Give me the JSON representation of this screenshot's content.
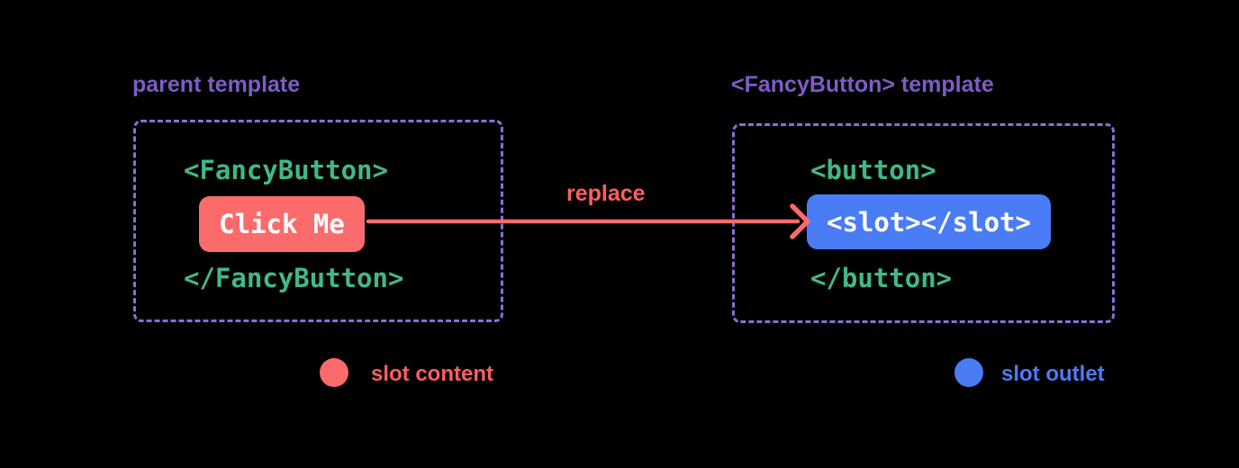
{
  "diagram": {
    "description": "Vue slots concept diagram",
    "background": "#000000"
  },
  "colors": {
    "title_purple": "#7d5cc6",
    "border_purple": "#8a6fd6",
    "code_green": "#42b883",
    "slot_content_red": "#fb6b6b",
    "slot_outlet_blue": "#4a7cf6",
    "chip_text_white": "#ffffff"
  },
  "parent_panel": {
    "title": "parent template",
    "open_tag": "<FancyButton>",
    "button_label": "Click Me",
    "close_tag": "</FancyButton>"
  },
  "arrow": {
    "label": "replace"
  },
  "fancy_panel": {
    "title": "<FancyButton> template",
    "open_tag": "<button>",
    "slot_code": "<slot></slot>",
    "close_tag": "</button>"
  },
  "legend": {
    "slot_content_label": "slot content",
    "slot_outlet_label": "slot outlet"
  }
}
